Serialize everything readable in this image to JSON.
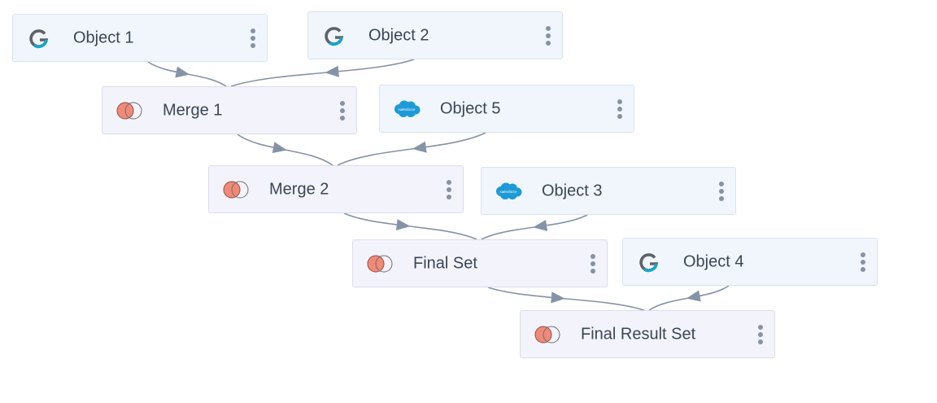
{
  "nodes": [
    {
      "id": "object-1",
      "label": "Object 1",
      "kind": "source",
      "icon": "google-icon"
    },
    {
      "id": "object-2",
      "label": "Object 2",
      "kind": "source",
      "icon": "google-icon"
    },
    {
      "id": "merge-1",
      "label": "Merge 1",
      "kind": "merge",
      "icon": "merge-venn-icon"
    },
    {
      "id": "object-5",
      "label": "Object 5",
      "kind": "source",
      "icon": "salesforce-icon"
    },
    {
      "id": "merge-2",
      "label": "Merge 2",
      "kind": "merge",
      "icon": "merge-venn-icon"
    },
    {
      "id": "object-3",
      "label": "Object 3",
      "kind": "source",
      "icon": "salesforce-icon"
    },
    {
      "id": "final-set",
      "label": "Final Set",
      "kind": "merge",
      "icon": "merge-venn-icon"
    },
    {
      "id": "object-4",
      "label": "Object 4",
      "kind": "source",
      "icon": "google-icon"
    },
    {
      "id": "final-result-set",
      "label": "Final Result Set",
      "kind": "merge",
      "icon": "merge-venn-icon"
    }
  ],
  "edges": [
    {
      "from": "object-1",
      "to": "merge-1"
    },
    {
      "from": "object-2",
      "to": "merge-1"
    },
    {
      "from": "merge-1",
      "to": "merge-2"
    },
    {
      "from": "object-5",
      "to": "merge-2"
    },
    {
      "from": "merge-2",
      "to": "final-set"
    },
    {
      "from": "object-3",
      "to": "final-set"
    },
    {
      "from": "final-set",
      "to": "final-result-set"
    },
    {
      "from": "object-4",
      "to": "final-result-set"
    }
  ],
  "icon_text": {
    "salesforce": "salesforce"
  },
  "colors": {
    "edge": "#8593a6",
    "google_gray": "#5f6368",
    "google_teal": "#16a6c9",
    "salesforce_blue": "#1d9ad8",
    "venn_fill": "#f08a78"
  }
}
